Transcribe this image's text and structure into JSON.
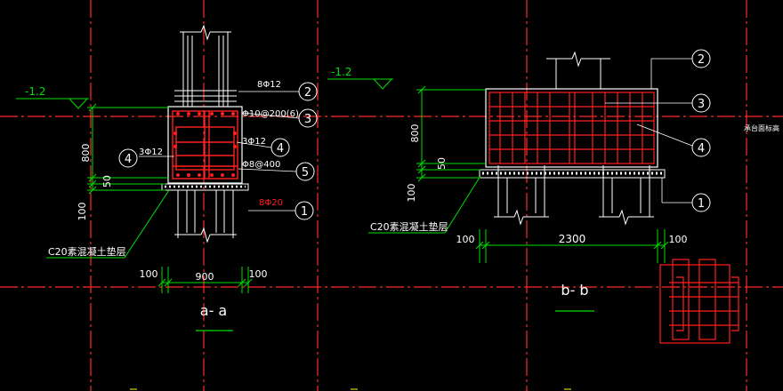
{
  "colors": {
    "background": "#000000",
    "axis_red": "#ff2a2a",
    "rebar_red": "#ff2020",
    "outline_white": "#ffffff",
    "dimension_green": "#00e000",
    "leader_green": "#00e000",
    "grid_yellow": "#ffff00"
  },
  "section_a": {
    "elevation": "-1.2",
    "labels": {
      "top_bars": "8Φ12",
      "stirrup": "Φ10@200(6)",
      "side_bars_left": "3Φ12",
      "side_bars_right": "3Φ12",
      "tie": "Φ8@400",
      "bottom_bars": "8Φ20"
    },
    "callouts": {
      "c1": "1",
      "c2": "2",
      "c3": "3",
      "c4_left": "4",
      "c4_right": "4",
      "c5": "5"
    },
    "dims": {
      "height": "800",
      "cover": "50",
      "pad": "100",
      "left": "100",
      "width": "900",
      "right": "100"
    },
    "pad_note": "C20素混凝土垫层",
    "title": "a- a"
  },
  "section_b": {
    "elevation": "-1.2",
    "callouts": {
      "c1": "1",
      "c2": "2",
      "c3": "3",
      "c4": "4"
    },
    "dims": {
      "height": "800",
      "cover": "50",
      "pad": "100",
      "left": "100",
      "length": "2300",
      "right": "100"
    },
    "pad_note": "C20素混凝土垫层",
    "side_note": "承台面标高",
    "title": "b- b"
  }
}
